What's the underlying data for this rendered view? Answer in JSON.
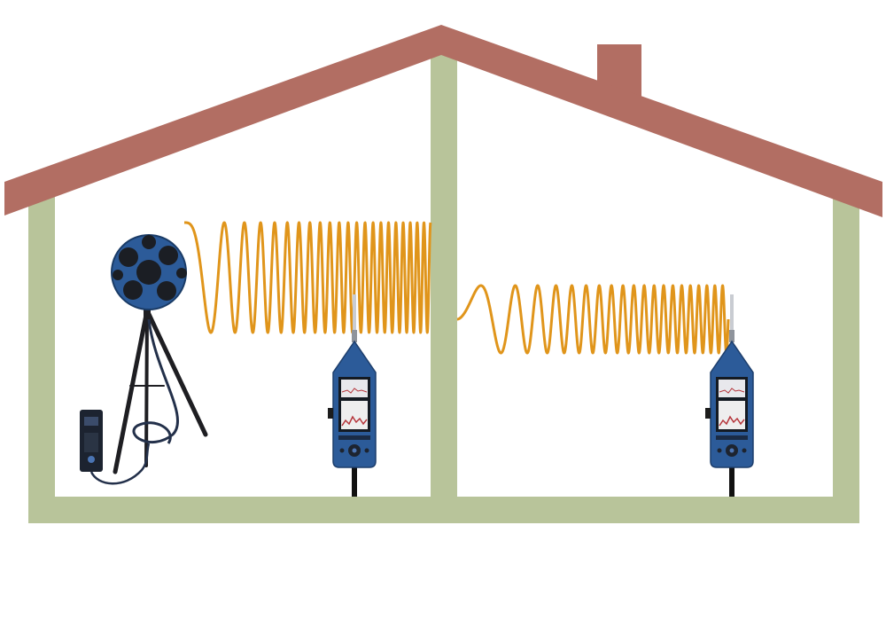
{
  "diagram": {
    "kind": "building-acoustics-sound-insulation-measurement",
    "rooms": [
      "source-room",
      "receiving-room"
    ],
    "colors": {
      "roof": "#b26e63",
      "wall": "#b8c49a",
      "sound_wave": "#e0951b",
      "instrument_body": "#2c5b99",
      "instrument_dark": "#1d2430"
    },
    "elements": {
      "source": "dodecahedron-loudspeaker-on-tripod",
      "amplifier": "power-amplifier",
      "meter_source_room": "sound-level-meter",
      "meter_receiving_room": "sound-level-meter"
    }
  }
}
